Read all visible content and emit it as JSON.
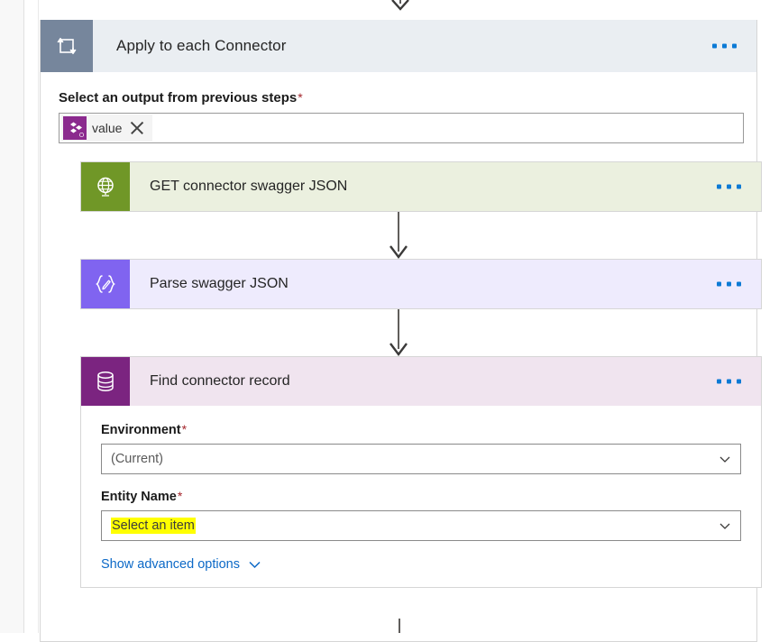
{
  "scope": {
    "title": "Apply to each Connector",
    "icon": "loop-icon",
    "menu": "more-commands-ellipsis",
    "foreach_field": {
      "label": "Select an output from previous steps",
      "required_marker": "*",
      "token": {
        "text": "value",
        "icon": "dataverse-icon",
        "remove": "remove-token-x"
      }
    }
  },
  "actions": [
    {
      "id": "get-connector-swagger-json",
      "title": "GET connector swagger JSON",
      "icon": "http-globe-icon",
      "accent": "#709727",
      "header_bg": "#ebf0df",
      "expanded": false
    },
    {
      "id": "parse-swagger-json",
      "title": "Parse swagger JSON",
      "icon": "parse-json-braces-icon",
      "accent": "#8064f0",
      "header_bg": "#eeebfd",
      "expanded": false
    },
    {
      "id": "find-connector-record",
      "title": "Find connector record",
      "icon": "dataverse-database-icon",
      "accent": "#7b2480",
      "header_bg": "#f0e4ef",
      "expanded": true,
      "fields": [
        {
          "label": "Environment",
          "required_marker": "*",
          "value": "(Current)",
          "highlighted": false
        },
        {
          "label": "Entity Name",
          "required_marker": "*",
          "value": "Select an item",
          "highlighted": true,
          "highlight_color": "#ffff00"
        }
      ],
      "advanced_options_label": "Show advanced options"
    }
  ],
  "colors": {
    "loop_icon_bg": "#76869c",
    "scope_header_bg": "#eaeef2",
    "token_icon_bg": "#8b2a8e",
    "link_blue": "#0c69c7",
    "required_red": "#a4262c",
    "connector_arrow": "#605e5c"
  }
}
